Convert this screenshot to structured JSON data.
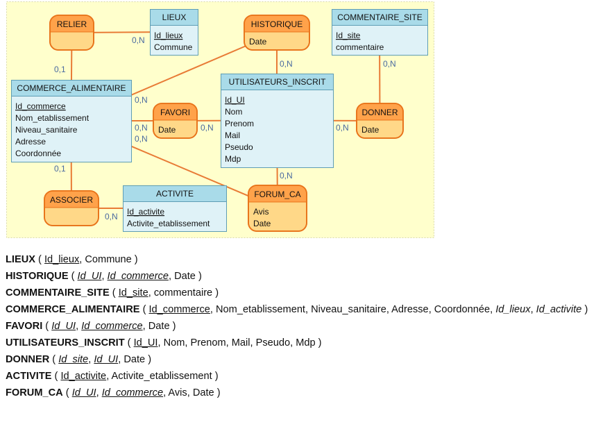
{
  "colors": {
    "canvas_fill": "#ffffcc",
    "canvas_border": "#d8d8a8",
    "entity_header": "#a9dbe9",
    "entity_body": "#dff2f7",
    "entity_border": "#5e9db4",
    "assoc_header": "#ffa24a",
    "assoc_body": "#ffd888",
    "assoc_border": "#e8731a",
    "line": "#e87b36",
    "card": "#4a6aa0"
  },
  "entities": [
    {
      "id": "lieux",
      "name": "LIEUX",
      "attrs": [
        {
          "text": "Id_lieux",
          "key": true
        },
        {
          "text": "Commune"
        }
      ]
    },
    {
      "id": "commentaire_site",
      "name": "COMMENTAIRE_SITE",
      "attrs": [
        {
          "text": "Id_site",
          "key": true
        },
        {
          "text": "commentaire"
        }
      ]
    },
    {
      "id": "commerce_alimentaire",
      "name": "COMMERCE_ALIMENTAIRE",
      "attrs": [
        {
          "text": "Id_commerce",
          "key": true
        },
        {
          "text": "Nom_etablissement"
        },
        {
          "text": "Niveau_sanitaire"
        },
        {
          "text": "Adresse"
        },
        {
          "text": "Coordonnée"
        }
      ]
    },
    {
      "id": "utilisateurs_inscrit",
      "name": "UTILISATEURS_INSCRIT",
      "attrs": [
        {
          "text": "Id_UI",
          "key": true
        },
        {
          "text": "Nom"
        },
        {
          "text": "Prenom"
        },
        {
          "text": "Mail"
        },
        {
          "text": "Pseudo"
        },
        {
          "text": "Mdp"
        }
      ]
    },
    {
      "id": "activite",
      "name": "ACTIVITE",
      "attrs": [
        {
          "text": "Id_activite",
          "key": true
        },
        {
          "text": "Activite_etablissement"
        }
      ]
    }
  ],
  "associations": [
    {
      "id": "relier",
      "name": "RELIER",
      "attrs": []
    },
    {
      "id": "historique",
      "name": "HISTORIQUE",
      "attrs": [
        "Date"
      ]
    },
    {
      "id": "favori",
      "name": "FAVORI",
      "attrs": [
        "Date"
      ]
    },
    {
      "id": "donner",
      "name": "DONNER",
      "attrs": [
        "Date"
      ]
    },
    {
      "id": "associer",
      "name": "ASSOCIER",
      "attrs": []
    },
    {
      "id": "forum_ca",
      "name": "FORUM_CA",
      "attrs": [
        "Avis",
        "Date"
      ]
    }
  ],
  "links": [
    {
      "from": "relier",
      "to": "lieux",
      "card": "0,N"
    },
    {
      "from": "relier",
      "to": "commerce_alimentaire",
      "card": "0,1"
    },
    {
      "from": "historique",
      "to": "commerce_alimentaire",
      "card": "0,N"
    },
    {
      "from": "historique",
      "to": "utilisateurs_inscrit",
      "card": "0,N"
    },
    {
      "from": "donner",
      "to": "commentaire_site",
      "card": "0,N"
    },
    {
      "from": "donner",
      "to": "utilisateurs_inscrit",
      "card": "0,N"
    },
    {
      "from": "favori",
      "to": "commerce_alimentaire",
      "card": "0,N"
    },
    {
      "from": "favori",
      "to": "utilisateurs_inscrit",
      "card": "0,N"
    },
    {
      "from": "associer",
      "to": "commerce_alimentaire",
      "card": "0,1"
    },
    {
      "from": "associer",
      "to": "activite",
      "card": "0,N"
    },
    {
      "from": "forum_ca",
      "to": "commerce_alimentaire",
      "card": "0,N"
    },
    {
      "from": "forum_ca",
      "to": "utilisateurs_inscrit",
      "card": "0,N"
    }
  ],
  "schema": [
    {
      "name": "LIEUX",
      "attrs": [
        {
          "text": "Id_lieux",
          "key": true
        },
        {
          "text": "Commune"
        }
      ]
    },
    {
      "name": "HISTORIQUE",
      "attrs": [
        {
          "text": "Id_UI",
          "key": true,
          "fk": true
        },
        {
          "text": "Id_commerce",
          "key": true,
          "fk": true
        },
        {
          "text": "Date"
        }
      ]
    },
    {
      "name": "COMMENTAIRE_SITE",
      "attrs": [
        {
          "text": "Id_site",
          "key": true
        },
        {
          "text": "commentaire"
        }
      ]
    },
    {
      "name": "COMMERCE_ALIMENTAIRE",
      "attrs": [
        {
          "text": "Id_commerce",
          "key": true
        },
        {
          "text": "Nom_etablissement"
        },
        {
          "text": "Niveau_sanitaire"
        },
        {
          "text": "Adresse"
        },
        {
          "text": "Coordonnée"
        },
        {
          "text": "Id_lieux",
          "fk": true
        },
        {
          "text": "Id_activite",
          "fk": true
        }
      ]
    },
    {
      "name": "FAVORI",
      "attrs": [
        {
          "text": "Id_UI",
          "key": true,
          "fk": true
        },
        {
          "text": "Id_commerce",
          "key": true,
          "fk": true
        },
        {
          "text": "Date"
        }
      ]
    },
    {
      "name": "UTILISATEURS_INSCRIT",
      "attrs": [
        {
          "text": "Id_UI",
          "key": true
        },
        {
          "text": "Nom"
        },
        {
          "text": "Prenom"
        },
        {
          "text": "Mail"
        },
        {
          "text": "Pseudo"
        },
        {
          "text": "Mdp"
        }
      ]
    },
    {
      "name": "DONNER",
      "attrs": [
        {
          "text": "Id_site",
          "key": true,
          "fk": true
        },
        {
          "text": "Id_UI",
          "key": true,
          "fk": true
        },
        {
          "text": "Date"
        }
      ]
    },
    {
      "name": "ACTIVITE",
      "attrs": [
        {
          "text": "Id_activite",
          "key": true
        },
        {
          "text": "Activite_etablissement"
        }
      ]
    },
    {
      "name": "FORUM_CA",
      "attrs": [
        {
          "text": "Id_UI",
          "key": true,
          "fk": true
        },
        {
          "text": "Id_commerce",
          "key": true,
          "fk": true
        },
        {
          "text": "Avis"
        },
        {
          "text": "Date"
        }
      ]
    }
  ]
}
